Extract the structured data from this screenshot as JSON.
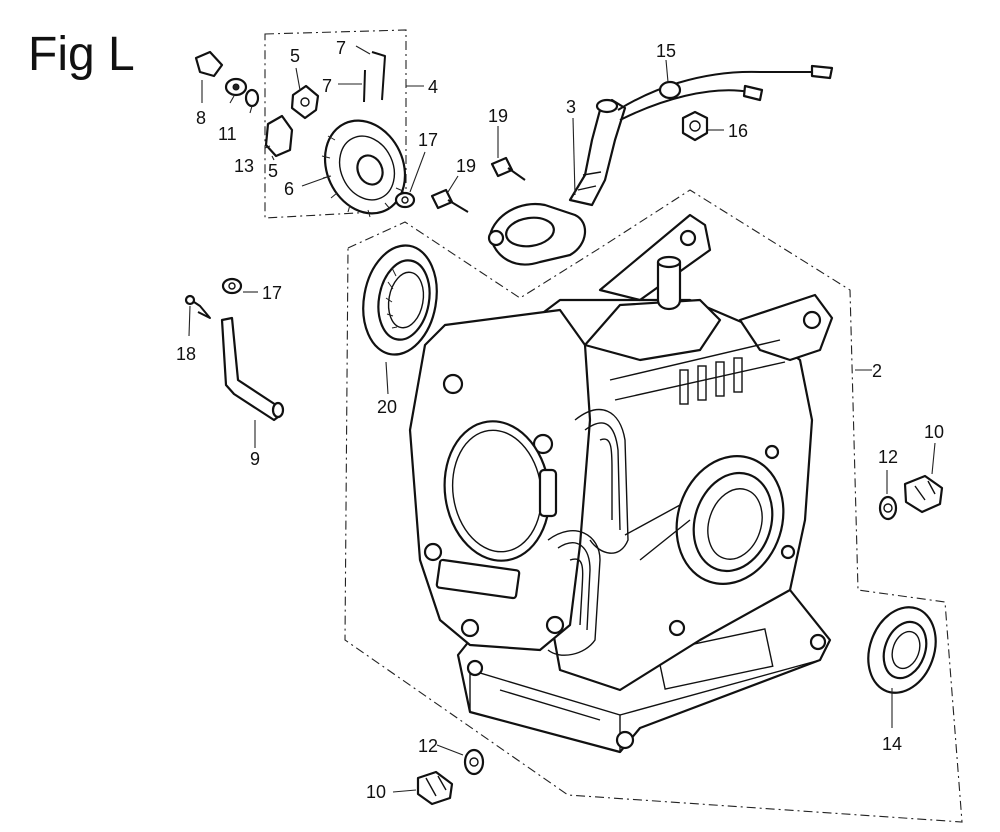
{
  "figure": {
    "title": "Fig L"
  },
  "callouts": [
    {
      "id": "c1",
      "text": "7"
    },
    {
      "id": "c2",
      "text": "5"
    },
    {
      "id": "c3",
      "text": "7"
    },
    {
      "id": "c4",
      "text": "4"
    },
    {
      "id": "c5",
      "text": "8"
    },
    {
      "id": "c6",
      "text": "11"
    },
    {
      "id": "c7",
      "text": "13"
    },
    {
      "id": "c8",
      "text": "5"
    },
    {
      "id": "c9",
      "text": "6"
    },
    {
      "id": "c10",
      "text": "17"
    },
    {
      "id": "c11",
      "text": "15"
    },
    {
      "id": "c12",
      "text": "3"
    },
    {
      "id": "c13",
      "text": "19"
    },
    {
      "id": "c14",
      "text": "19"
    },
    {
      "id": "c15",
      "text": "16"
    },
    {
      "id": "c16",
      "text": "17"
    },
    {
      "id": "c17",
      "text": "18"
    },
    {
      "id": "c18",
      "text": "9"
    },
    {
      "id": "c19",
      "text": "20"
    },
    {
      "id": "c20",
      "text": "2"
    },
    {
      "id": "c21",
      "text": "12"
    },
    {
      "id": "c22",
      "text": "10"
    },
    {
      "id": "c23",
      "text": "14"
    },
    {
      "id": "c24",
      "text": "12"
    },
    {
      "id": "c25",
      "text": "10"
    }
  ]
}
